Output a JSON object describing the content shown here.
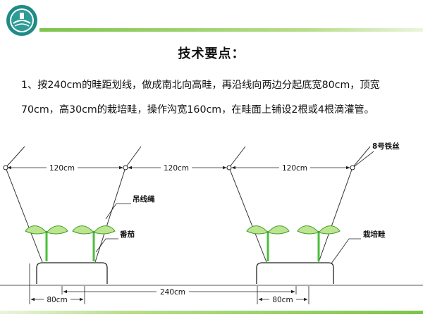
{
  "slide": {
    "title": "技术要点：",
    "paragraph": "1、按240cm的畦距划线，做成南北向高畦，再沿线向两边分起底宽80cm，顶宽70cm，高30cm的栽培畦，操作沟宽160cm，在畦面上铺设2根或4根滴灌管。"
  },
  "diagram": {
    "labels": {
      "wire": "8号铁丝",
      "span_left": "120cm",
      "span_middle": "120cm",
      "span_right": "120cm",
      "hanging_rope": "吊线绳",
      "tomato": "番茄",
      "bed": "栽培畦",
      "bed_width_left": "80cm",
      "row_spacing": "240cm",
      "bed_width_right": "80cm"
    }
  }
}
